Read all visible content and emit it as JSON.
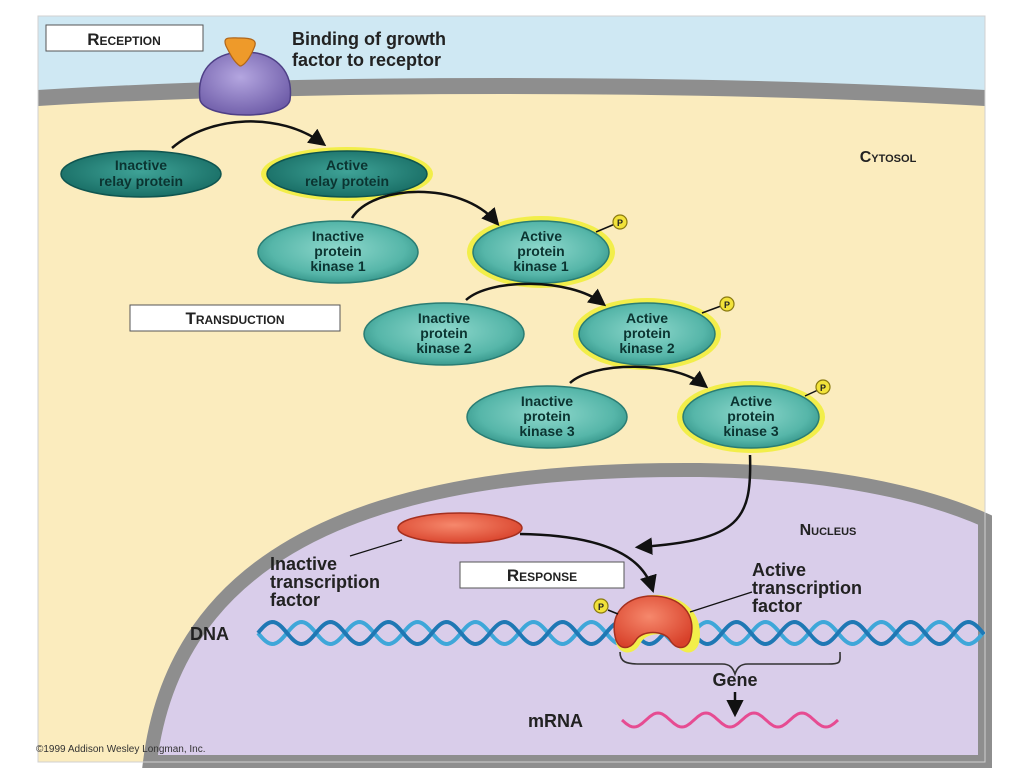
{
  "stages": {
    "reception": "Reception",
    "transduction": "Transduction",
    "response": "Response"
  },
  "compartments": {
    "cytosol": "Cytosol",
    "nucleus": "Nucleus"
  },
  "binding_caption": [
    "Binding of growth",
    "factor to receptor"
  ],
  "relay": {
    "inactive": [
      "Inactive",
      "relay protein"
    ],
    "active": [
      "Active",
      "relay protein"
    ]
  },
  "kinases": [
    {
      "inactive": [
        "Inactive",
        "protein",
        "kinase 1"
      ],
      "active": [
        "Active",
        "protein",
        "kinase 1"
      ]
    },
    {
      "inactive": [
        "Inactive",
        "protein",
        "kinase 2"
      ],
      "active": [
        "Active",
        "protein",
        "kinase 2"
      ]
    },
    {
      "inactive": [
        "Inactive",
        "protein",
        "kinase 3"
      ],
      "active": [
        "Active",
        "protein",
        "kinase 3"
      ]
    }
  ],
  "phosphate_symbol": "P",
  "transcription_factor": {
    "inactive": [
      "Inactive",
      "transcription",
      "factor"
    ],
    "active": [
      "Active",
      "transcription",
      "factor"
    ]
  },
  "dna_label": "DNA",
  "gene_label": "Gene",
  "mrna_label": "mRNA",
  "copyright": "©1999 Addison Wesley Longman, Inc.",
  "colors": {
    "extracellular": "#cfe8f3",
    "cytosol": "#fbecbe",
    "membrane": "#8e8e8e",
    "nucleus": "#d9cdea",
    "protein_fill": "#59b8ab",
    "protein_dark": "#1f7d74",
    "active_glow": "#f2ee4a",
    "receptor": "#8f7cc6",
    "growth_factor": "#ee9a2a",
    "transcription_factor": "#e85a40",
    "dna": "#3fa7d9",
    "mrna": "#e64c92"
  }
}
